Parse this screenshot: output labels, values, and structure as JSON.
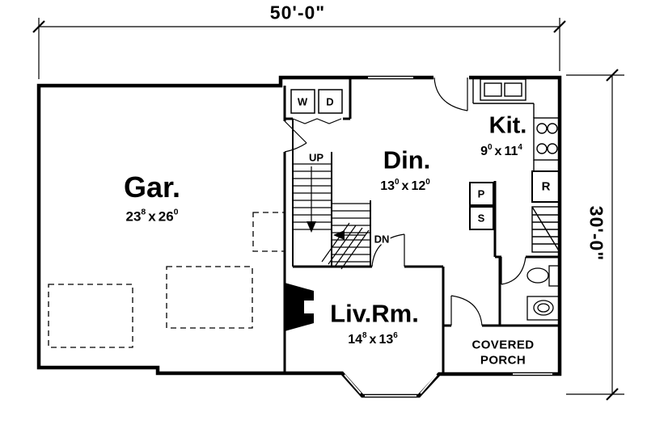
{
  "dimensions": {
    "width": "50'-0\"",
    "depth": "30'-0\""
  },
  "rooms": {
    "garage": {
      "label": "Gar.",
      "w": "23",
      "wi": "8",
      "l": "26",
      "li": "0"
    },
    "dining": {
      "label": "Din.",
      "w": "13",
      "wi": "0",
      "l": "12",
      "li": "0"
    },
    "kitchen": {
      "label": "Kit.",
      "w": "9",
      "wi": "0",
      "l": "11",
      "li": "4"
    },
    "living": {
      "label": "Liv.Rm.",
      "w": "14",
      "wi": "8",
      "l": "13",
      "li": "6"
    },
    "porch": {
      "line1": "COVERED",
      "line2": "PORCH"
    }
  },
  "fixtures": {
    "washer": "W",
    "dryer": "D",
    "pantry": "P",
    "shelf": "S",
    "refrigerator": "R"
  },
  "stairs": {
    "up": "UP",
    "down": "DN"
  },
  "glyphs": {
    "times": "x"
  }
}
